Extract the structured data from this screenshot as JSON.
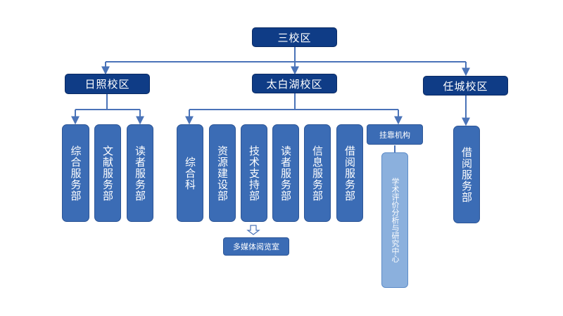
{
  "root": {
    "label": "三校区"
  },
  "campuses": {
    "rizhao": {
      "label": "日照校区",
      "departments": [
        "综合服务部",
        "文献服务部",
        "读者服务部"
      ]
    },
    "taibaihu": {
      "label": "太白湖校区",
      "departments": [
        "综合科",
        "资源建设部",
        "技术支持部",
        "读者服务部",
        "信息服务部",
        "借阅服务部"
      ],
      "affiliated": {
        "label": "挂靠机构",
        "center": "学术评价分析与研究中心"
      },
      "multimedia_room": "多媒体阅览室"
    },
    "rencheng": {
      "label": "任城校区",
      "departments": [
        "借阅服务部"
      ]
    }
  },
  "colors": {
    "dark_box": "#0f3c86",
    "mid_box": "#3b6cb5",
    "light_box": "#8bb0dd",
    "connector": "#4a73b8"
  }
}
